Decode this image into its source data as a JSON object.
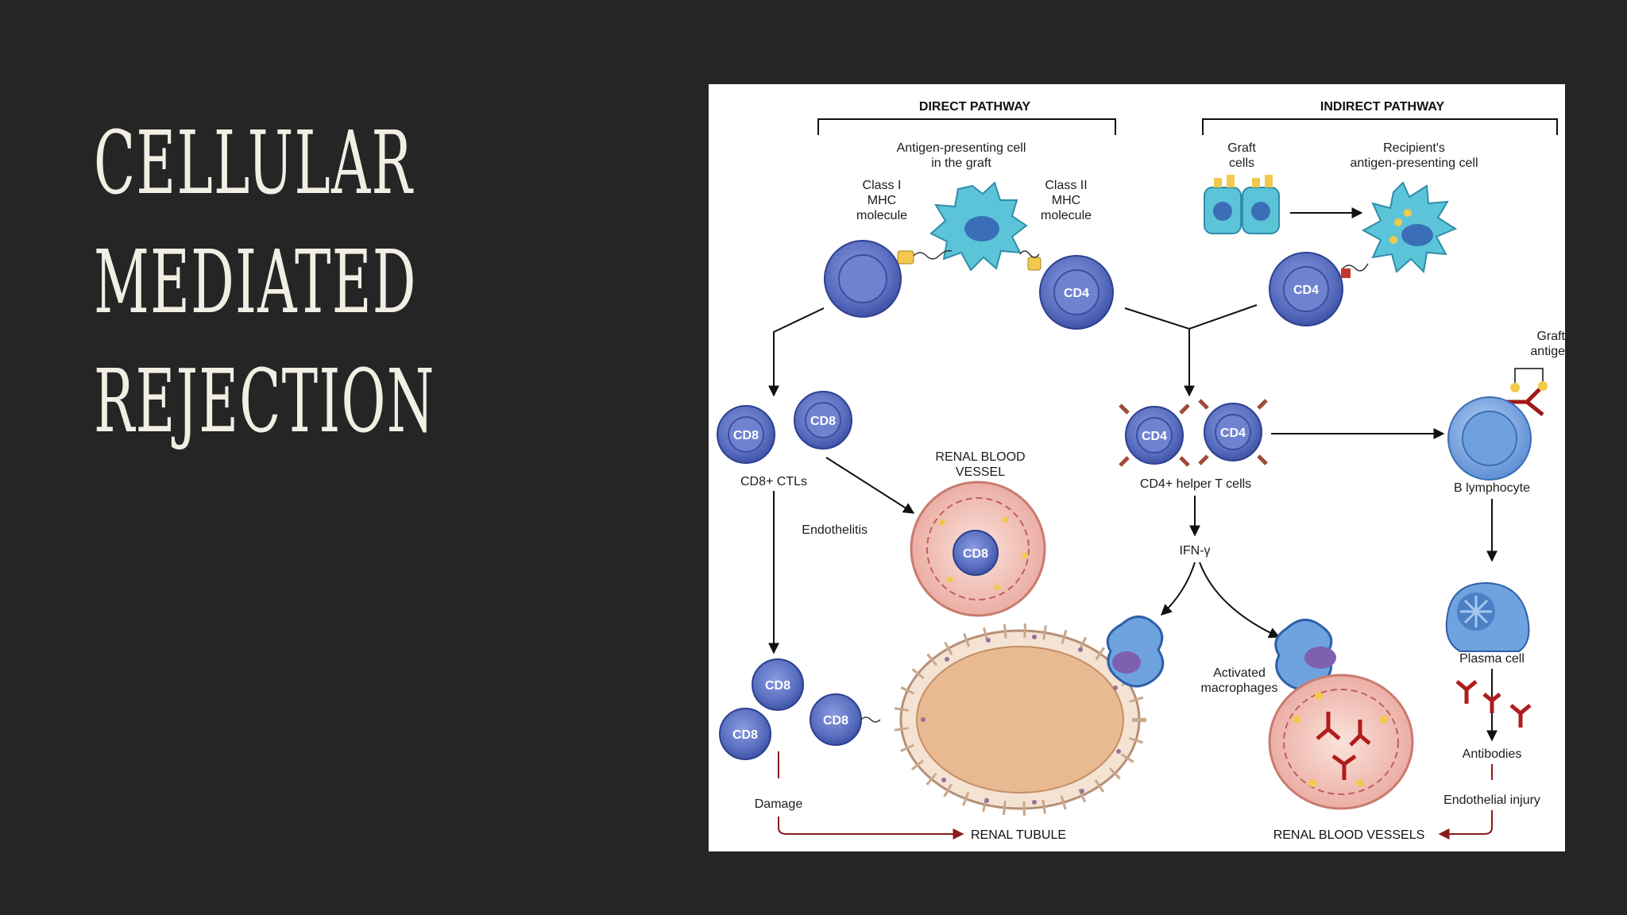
{
  "title": {
    "line1": "CELLULAR",
    "line2": "MEDIATED",
    "line3": "REJECTION"
  },
  "diagram": {
    "direct_pathway": "DIRECT PATHWAY",
    "indirect_pathway": "INDIRECT PATHWAY",
    "apc_graft_line1": "Antigen-presenting cell",
    "apc_graft_line2": "in the graft",
    "class1_line1": "Class I",
    "class1_line2": "MHC",
    "class1_line3": "molecule",
    "class2_line1": "Class II",
    "class2_line2": "MHC",
    "class2_line3": "molecule",
    "graft_cells_line1": "Graft",
    "graft_cells_line2": "cells",
    "recipient_apc_line1": "Recipient's",
    "recipient_apc_line2": "antigen-presenting cell",
    "cd4": "CD4",
    "cd8": "CD8",
    "graft_antigen_line1": "Graft",
    "graft_antigen_line2": "antige",
    "cd8_ctls": "CD8+ CTLs",
    "renal_blood_vessel_line1": "RENAL BLOOD",
    "renal_blood_vessel_line2": "VESSEL",
    "endothelitis": "Endothelitis",
    "cd4_helper": "CD4+ helper T cells",
    "b_lymphocyte": "B lymphocyte",
    "ifn_gamma": "IFN-γ",
    "activated_line1": "Activated",
    "activated_line2": "macrophages",
    "plasma_cell": "Plasma cell",
    "antibodies": "Antibodies",
    "damage": "Damage",
    "endothelial_injury": "Endothelial injury",
    "renal_tubule": "RENAL TUBULE",
    "renal_blood_vessels": "RENAL BLOOD VESSELS"
  },
  "colors": {
    "background": "#252525",
    "title_text": "#f1eee4",
    "t_cell": "#5a6fc0",
    "apc": "#5cc4d8",
    "arrow_red": "#8b1a1a",
    "tissue": "#e9b992"
  }
}
